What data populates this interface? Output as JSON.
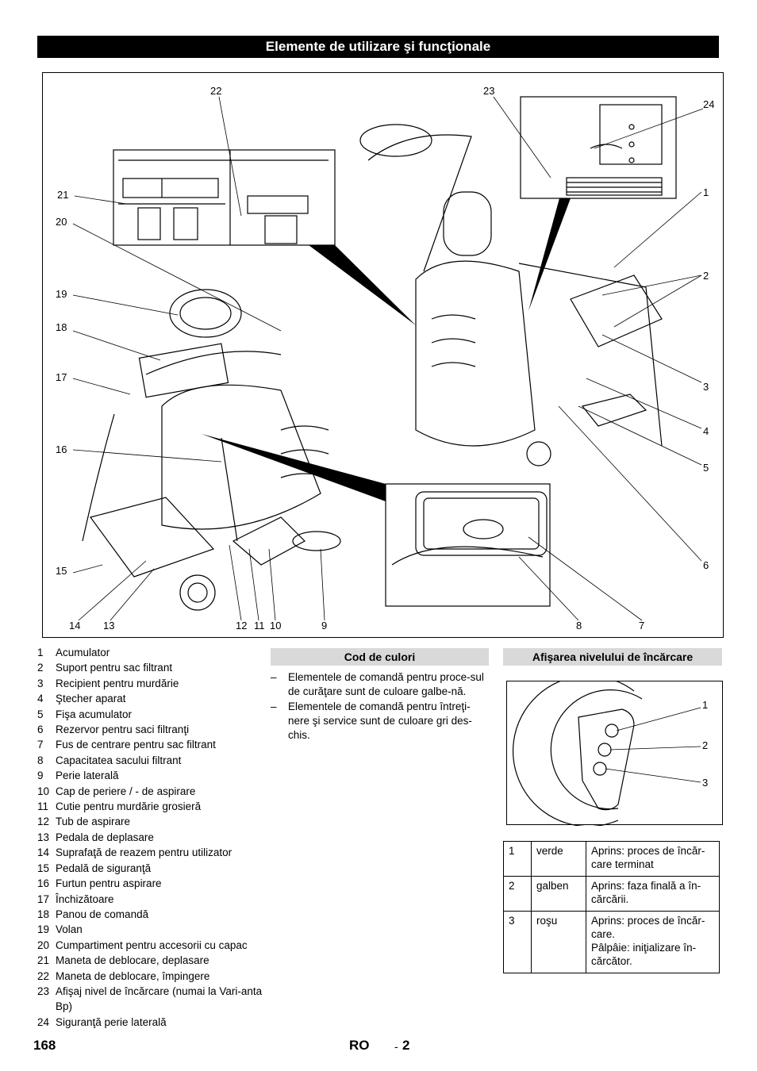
{
  "header": {
    "title": "Elemente de utilizare şi funcţionale"
  },
  "figure": {
    "callouts": [
      "22",
      "23",
      "24",
      "21",
      "20",
      "1",
      "2",
      "19",
      "18",
      "17",
      "3",
      "4",
      "5",
      "16",
      "6",
      "15",
      "14",
      "13",
      "12",
      "11",
      "10",
      "9",
      "8",
      "7"
    ]
  },
  "legend": {
    "items": [
      {
        "n": "1",
        "t": "Acumulator"
      },
      {
        "n": "2",
        "t": "Suport pentru sac filtrant"
      },
      {
        "n": "3",
        "t": "Recipient pentru murdărie"
      },
      {
        "n": "4",
        "t": "Ştecher aparat"
      },
      {
        "n": "5",
        "t": "Fişa acumulator"
      },
      {
        "n": "6",
        "t": "Rezervor pentru saci filtranţi"
      },
      {
        "n": "7",
        "t": "Fus de centrare pentru sac filtrant"
      },
      {
        "n": "8",
        "t": "Capacitatea sacului filtrant"
      },
      {
        "n": "9",
        "t": "Perie laterală"
      },
      {
        "n": "10",
        "t": "Cap de periere / - de aspirare"
      },
      {
        "n": "11",
        "t": "Cutie pentru murdărie grosieră"
      },
      {
        "n": "12",
        "t": "Tub de aspirare"
      },
      {
        "n": "13",
        "t": "Pedala de deplasare"
      },
      {
        "n": "14",
        "t": "Suprafaţă de reazem pentru utilizator"
      },
      {
        "n": "15",
        "t": "Pedală de siguranţă"
      },
      {
        "n": "16",
        "t": "Furtun pentru aspirare"
      },
      {
        "n": "17",
        "t": "Închizătoare"
      },
      {
        "n": "18",
        "t": "Panou de comandă"
      },
      {
        "n": "19",
        "t": "Volan"
      },
      {
        "n": "20",
        "t": "Cumpartiment pentru accesorii cu capac"
      },
      {
        "n": "21",
        "t": "Maneta de deblocare, deplasare"
      },
      {
        "n": "22",
        "t": "Maneta de deblocare, împingere"
      },
      {
        "n": "23",
        "t": "Afişaj nivel de încărcare (numai la Vari-anta Bp)"
      },
      {
        "n": "24",
        "t": "Siguranţă perie laterală"
      }
    ]
  },
  "color_code": {
    "heading": "Cod de culori",
    "items": [
      "Elementele de comandă pentru proce-sul de curăţare sunt de culoare galbe-nă.",
      "Elementele de comandă pentru întreţi-nere şi service sunt de culoare gri des-chis."
    ],
    "dash": "–"
  },
  "charge_display": {
    "heading": "Afişarea nivelului de încărcare",
    "callouts": [
      "1",
      "2",
      "3"
    ],
    "table": [
      {
        "n": "1",
        "color": "verde",
        "desc": "Aprins: proces de încăr-care terminat"
      },
      {
        "n": "2",
        "color": "galben",
        "desc": "Aprins: faza finală a în-cărcării."
      },
      {
        "n": "3",
        "color": "roşu",
        "desc": "Aprins: proces de încăr-care.\nPâlpâie: iniţializare în-cărcător."
      }
    ]
  },
  "footer": {
    "page": "168",
    "lang": "RO",
    "sep": "-",
    "section": "2"
  }
}
